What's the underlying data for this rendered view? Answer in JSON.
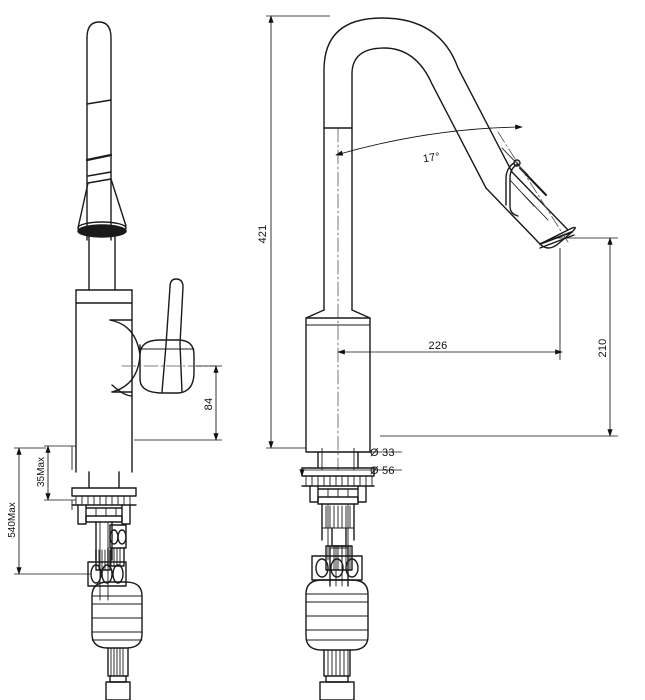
{
  "drawing": {
    "type": "engineering-drawing",
    "subject": "pull-down kitchen faucet",
    "views": [
      {
        "name": "side-view",
        "label": ""
      },
      {
        "name": "front-view",
        "label": ""
      }
    ],
    "units_note": "",
    "line_color": "#1a1a1a",
    "background_color": "#ffffff",
    "dimension_color": "#111111"
  },
  "dimensions": {
    "handle_height": "84",
    "mount_thickness_max": "35Max",
    "supply_length_max": "540Max",
    "overall_height": "421",
    "spout_reach": "226",
    "spout_outlet_height": "210",
    "spray_head_angle": "17°",
    "shank_diameter": "Ø 33",
    "base_diameter": "Ø 56"
  }
}
